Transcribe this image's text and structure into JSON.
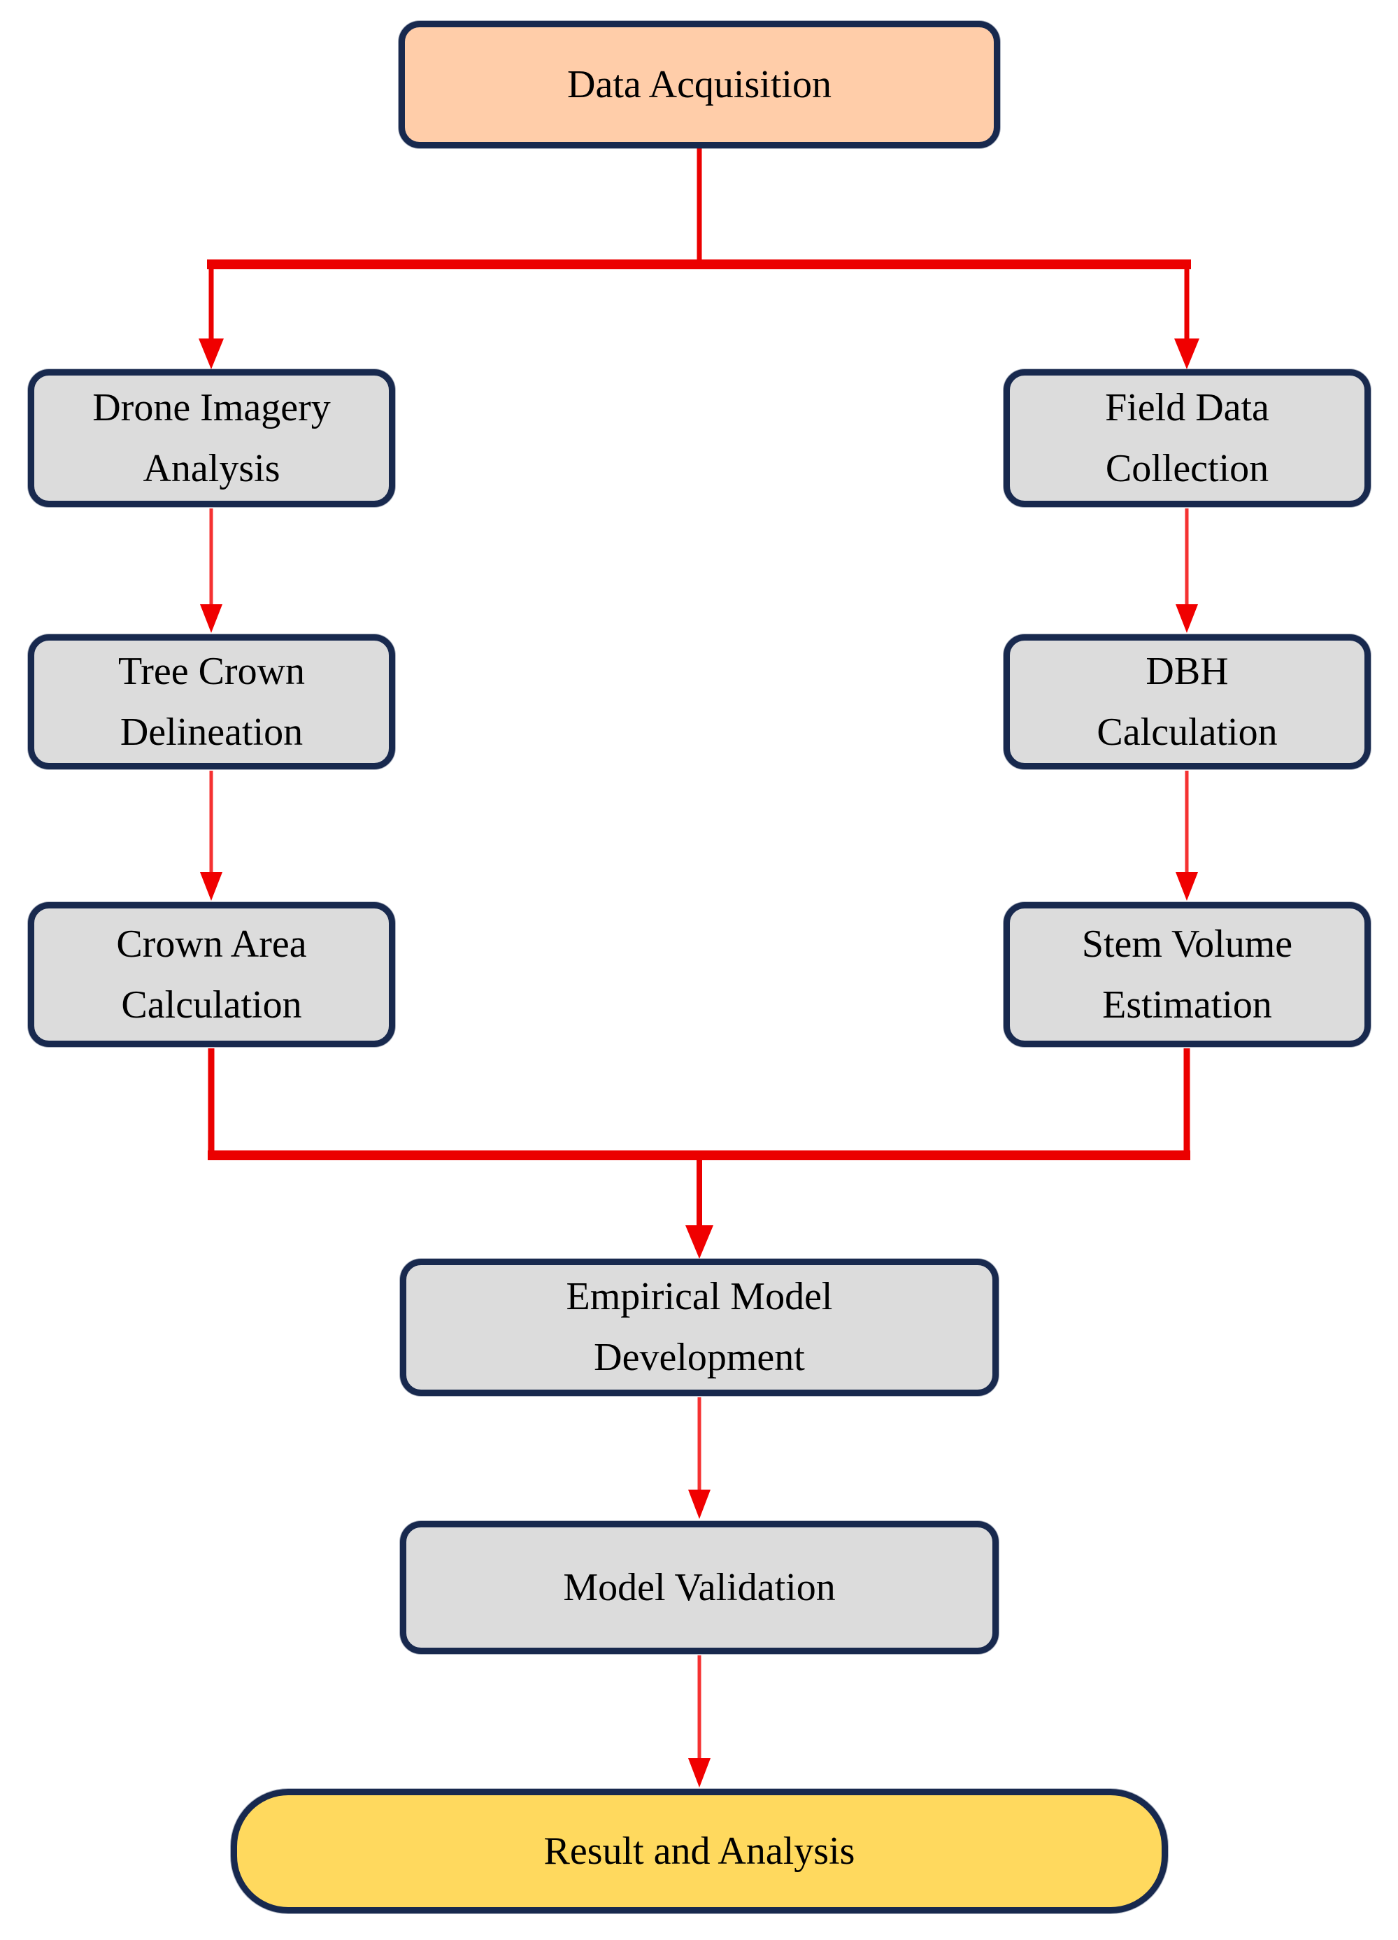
{
  "diagram": {
    "type": "flowchart",
    "nodes": [
      {
        "id": "data-acquisition",
        "label": "Data Acquisition",
        "shape": "rounded-rect",
        "fill": "#FFCDA9"
      },
      {
        "id": "drone-imagery-analysis",
        "label": "Drone Imagery\nAnalysis",
        "shape": "rounded-rect",
        "fill": "#DCDCDC"
      },
      {
        "id": "field-data-collection",
        "label": "Field Data\nCollection",
        "shape": "rounded-rect",
        "fill": "#DCDCDC"
      },
      {
        "id": "tree-crown-delineation",
        "label": "Tree Crown\nDelineation",
        "shape": "rounded-rect",
        "fill": "#DCDCDC"
      },
      {
        "id": "dbh-calculation",
        "label": "DBH\nCalculation",
        "shape": "rounded-rect",
        "fill": "#DCDCDC"
      },
      {
        "id": "crown-area-calculation",
        "label": "Crown Area\nCalculation",
        "shape": "rounded-rect",
        "fill": "#DCDCDC"
      },
      {
        "id": "stem-volume-estimation",
        "label": "Stem Volume\nEstimation",
        "shape": "rounded-rect",
        "fill": "#DCDCDC"
      },
      {
        "id": "empirical-model-development",
        "label": "Empirical Model\nDevelopment",
        "shape": "rounded-rect",
        "fill": "#DCDCDC"
      },
      {
        "id": "model-validation",
        "label": "Model Validation",
        "shape": "rounded-rect",
        "fill": "#DCDCDC"
      },
      {
        "id": "result-and-analysis",
        "label": "Result and Analysis",
        "shape": "stadium",
        "fill": "#FFD95E"
      }
    ],
    "edges": [
      {
        "from": "data-acquisition",
        "to": "drone-imagery-analysis"
      },
      {
        "from": "data-acquisition",
        "to": "field-data-collection"
      },
      {
        "from": "drone-imagery-analysis",
        "to": "tree-crown-delineation"
      },
      {
        "from": "tree-crown-delineation",
        "to": "crown-area-calculation"
      },
      {
        "from": "field-data-collection",
        "to": "dbh-calculation"
      },
      {
        "from": "dbh-calculation",
        "to": "stem-volume-estimation"
      },
      {
        "from": "crown-area-calculation",
        "to": "empirical-model-development"
      },
      {
        "from": "stem-volume-estimation",
        "to": "empirical-model-development"
      },
      {
        "from": "empirical-model-development",
        "to": "model-validation"
      },
      {
        "from": "model-validation",
        "to": "result-and-analysis"
      }
    ],
    "colors": {
      "node_border": "#18294E",
      "arrow_thick": "#EB0000",
      "arrow_thin": "#F53131",
      "start_fill": "#FFCDA9",
      "process_fill": "#DCDCDC",
      "end_fill": "#FFD95E",
      "text": "#000000",
      "background": "#FFFFFF"
    }
  }
}
